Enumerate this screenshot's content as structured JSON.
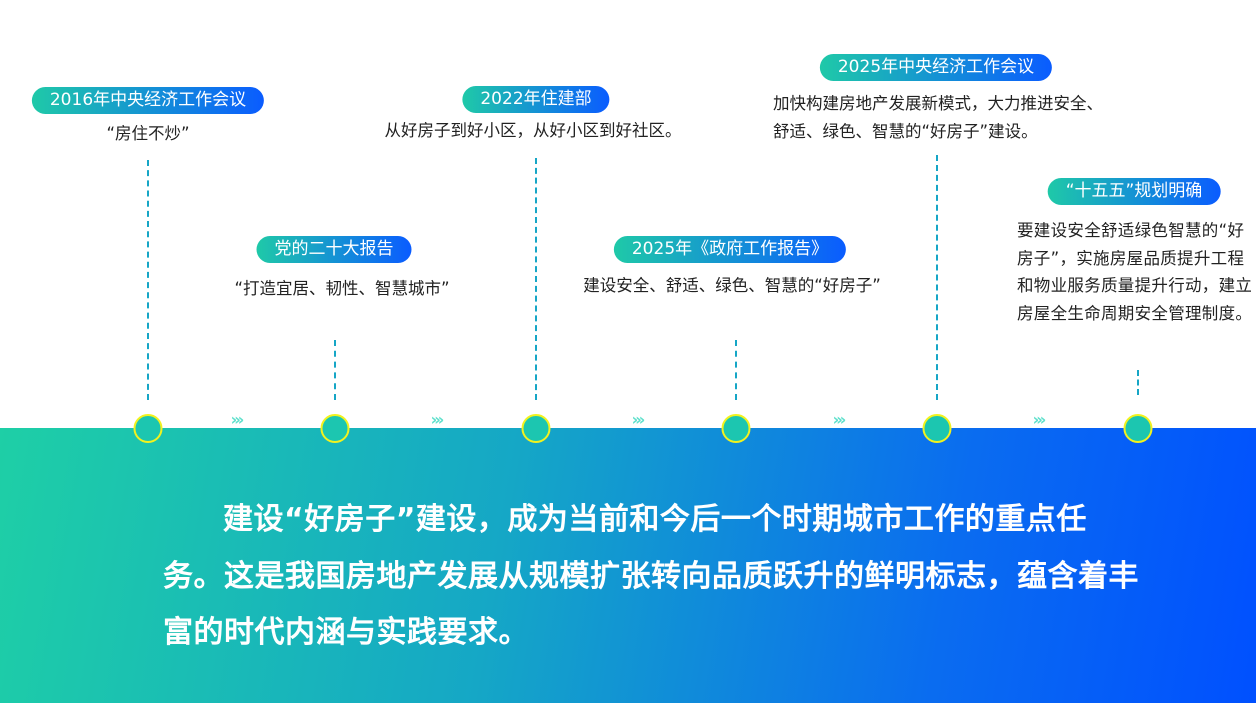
{
  "events": [
    {
      "title": "2016年中央经济工作会议",
      "text": "“房住不炒”"
    },
    {
      "title": "党的二十大报告",
      "text": "“打造宜居、韧性、智慧城市”"
    },
    {
      "title": "2022年住建部",
      "text": "从好房子到好小区，从好小区到好社区。"
    },
    {
      "title": "2025年《政府工作报告》",
      "text": "建设安全、舒适、绿色、智慧的“好房子”"
    },
    {
      "title": "2025年中央经济工作会议",
      "text_lines": [
        "加快构建房地产发展新模式，大力推进安全、",
        "舒适、绿色、智慧的“好房子”建设。"
      ]
    },
    {
      "title": "“十五五”规划明确",
      "text": "要建设安全舒适绿色智慧的“好房子”，实施房屋品质提升工程和物业服务质量提升行动，建立房屋全生命周期安全管理制度。"
    }
  ],
  "arrow_glyph": "›››",
  "summary": "建设“好房子”建设，成为当前和今后一个时期城市工作的重点任务。这是我国房地产发展从规模扩张转向品质跃升的鲜明标志，蕴含着丰富的时代内涵与实践要求。",
  "colors": {
    "gradient_start": "#1ecfa6",
    "gradient_end": "#0050ff",
    "node_border": "#f2f21e"
  }
}
